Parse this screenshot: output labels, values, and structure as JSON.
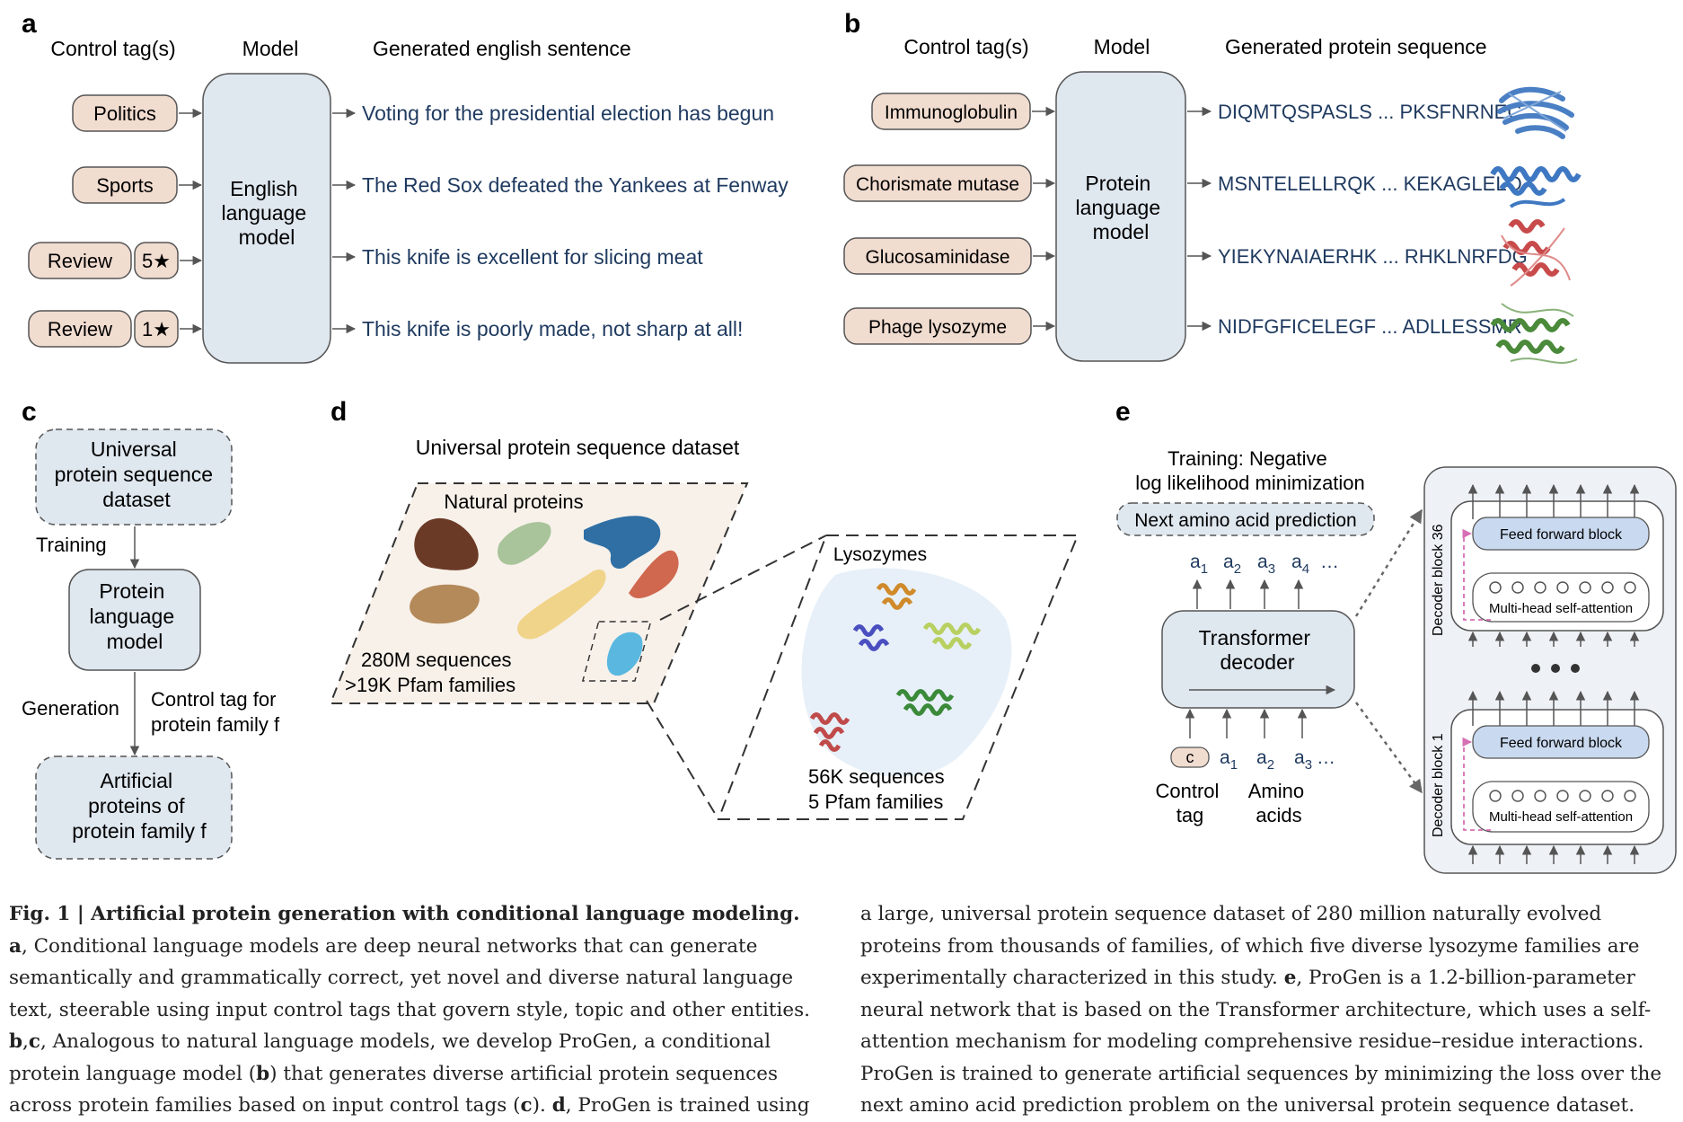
{
  "panels": {
    "a": {
      "letter": "a",
      "headers": {
        "tags": "Control tag(s)",
        "model": "Model",
        "output": "Generated english sentence"
      },
      "model_lines": [
        "English",
        "language",
        "model"
      ],
      "tags": [
        "Politics",
        "Sports",
        "Review",
        "Review"
      ],
      "ratings": [
        "5★",
        "1★"
      ],
      "outputs": [
        "Voting for the presidential election has begun",
        "The Red Sox defeated the Yankees at Fenway",
        "This knife is excellent for slicing meat",
        "This knife is poorly made, not sharp at all!"
      ]
    },
    "b": {
      "letter": "b",
      "headers": {
        "tags": "Control tag(s)",
        "model": "Model",
        "output": "Generated protein sequence"
      },
      "model_lines": [
        "Protein",
        "language",
        "model"
      ],
      "tags": [
        "Immunoglobulin",
        "Chorismate mutase",
        "Glucosaminidase",
        "Phage lysozyme"
      ],
      "sequences": [
        "DIQMTQSPASLS ... PKSFNRNEC",
        "MSNTELELLRQK ... KEKAGLELQ",
        "YIEKYNAIAERHK ... RHKLNRFDG",
        "NIDFGFICELEGF ... ADLLESSMR"
      ],
      "structure_colors": [
        "#4a7fc4",
        "#3f78c2",
        "#c84a4a",
        "#4a8a3a"
      ]
    },
    "c": {
      "letter": "c",
      "box1": [
        "Universal",
        "protein sequence",
        "dataset"
      ],
      "training": "Training",
      "box2": [
        "Protein",
        "language",
        "model"
      ],
      "generation": "Generation",
      "control_tag": [
        "Control tag for",
        "protein family f"
      ],
      "box3": [
        "Artificial",
        "proteins of",
        "protein family f"
      ]
    },
    "d": {
      "letter": "d",
      "title": "Universal protein sequence dataset",
      "natural": "Natural proteins",
      "count1": "280M sequences",
      "count2": ">19K Pfam families",
      "lysozymes": "Lysozymes",
      "count3": "56K sequences",
      "count4": "5 Pfam families",
      "blob_colors": [
        "#6b3a26",
        "#a9c49a",
        "#2f6fa4",
        "#b48a5a",
        "#f0d48a",
        "#d0684f",
        "#5ab8e0"
      ]
    },
    "e": {
      "letter": "e",
      "training": [
        "Training: Negative",
        "log likelihood minimization"
      ],
      "next_aa": "Next amino acid prediction",
      "decoder": [
        "Transformer",
        "decoder"
      ],
      "outputs": [
        "a",
        "a",
        "a",
        "a",
        "…"
      ],
      "output_subs": [
        "1",
        "2",
        "3",
        "4",
        ""
      ],
      "inputs": [
        "a",
        "a",
        "a",
        "…"
      ],
      "input_subs": [
        "1",
        "2",
        "3",
        ""
      ],
      "c_tag": "c",
      "control_tag": [
        "Control",
        "tag"
      ],
      "amino_acids": [
        "Amino",
        "acids"
      ],
      "block_top": "Decoder block 36",
      "block_bottom": "Decoder block 1",
      "ffn": "Feed forward block",
      "mhsa": "Multi-head self-attention"
    }
  },
  "caption": {
    "fig_label": "Fig. 1 | Artificial protein generation with conditional language modeling.",
    "left": [
      {
        "b": "a",
        "t": ", Conditional language models are deep neural networks that can generate semantically and grammatically correct, yet novel and diverse natural language text, steerable using input control tags that govern style, topic and other entities. "
      },
      {
        "b": "b",
        "t": ","
      },
      {
        "b": "c",
        "t": ", Analogous to natural language models, we develop ProGen, a conditional protein language model ("
      },
      {
        "b": "b",
        "t": ") that generates diverse artificial protein sequences across protein families based on input control tags ("
      },
      {
        "b": "c",
        "t": "). "
      },
      {
        "b": "d",
        "t": ", ProGen is trained using"
      }
    ],
    "right": [
      {
        "b": "",
        "t": "a large, universal protein sequence dataset of 280 million naturally evolved proteins from thousands of families, of which five diverse lysozyme families are experimentally characterized in this study. "
      },
      {
        "b": "e",
        "t": ", ProGen is a 1.2-billion-parameter neural network that is based on the Transformer architecture, which uses a self-attention mechanism for modeling comprehensive residue–residue interactions. ProGen is trained to generate artificial sequences by minimizing the loss over the next amino acid prediction problem on the universal protein sequence dataset."
      }
    ]
  },
  "colors": {
    "tag_fill": "#f1dcd0",
    "model_fill": "#dfe7ef",
    "text_blue": "#1f3a5f",
    "dataset_fill": "#f8f1ea",
    "lyso_fill": "#e7f0f8",
    "pink": "#d76fb5"
  }
}
